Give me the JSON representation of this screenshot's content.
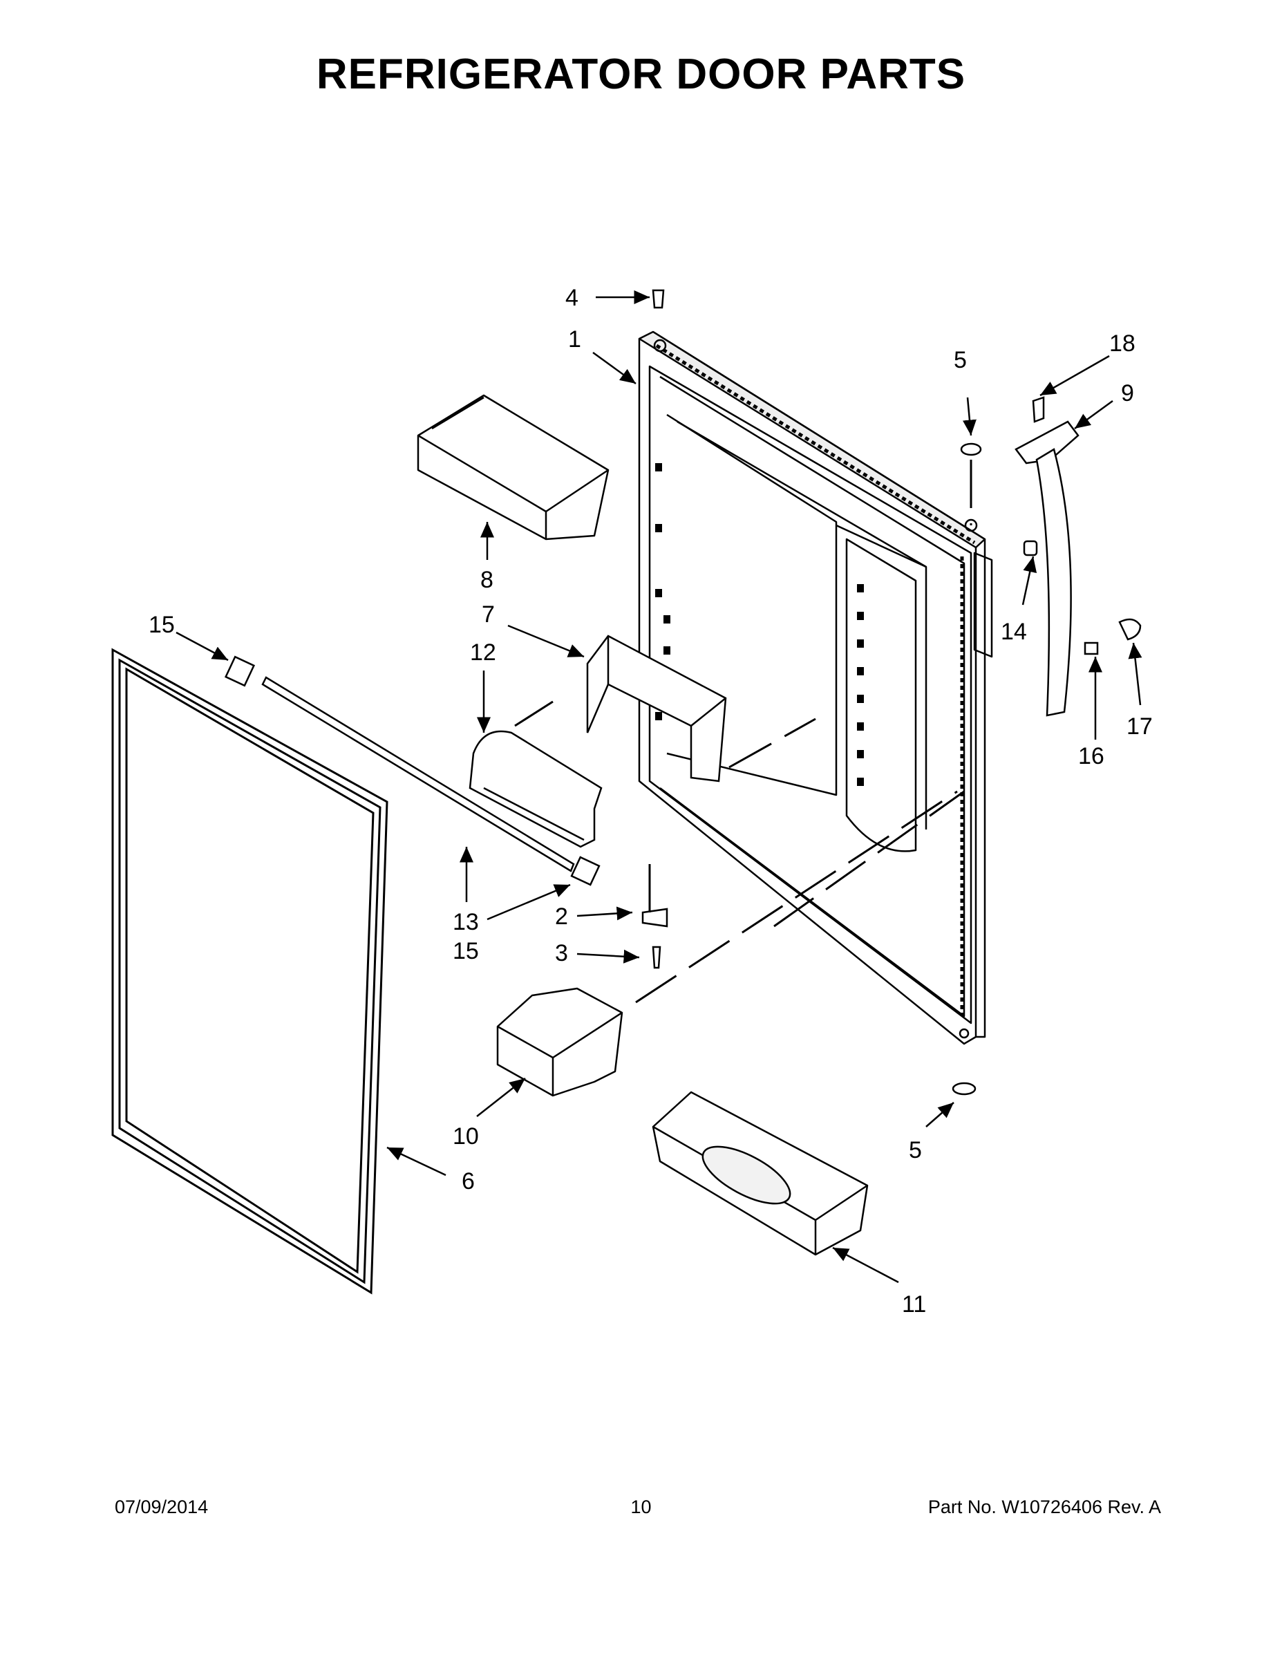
{
  "title": "REFRIGERATOR DOOR PARTS",
  "callouts": [
    "4",
    "1",
    "5",
    "18",
    "9",
    "14",
    "17",
    "16",
    "8",
    "7",
    "12",
    "15",
    "13",
    "15",
    "2",
    "3",
    "10",
    "6",
    "5",
    "11"
  ],
  "footer": {
    "date": "07/09/2014",
    "page": "10",
    "part_no": "Part No.  W10726406  Rev.  A"
  }
}
